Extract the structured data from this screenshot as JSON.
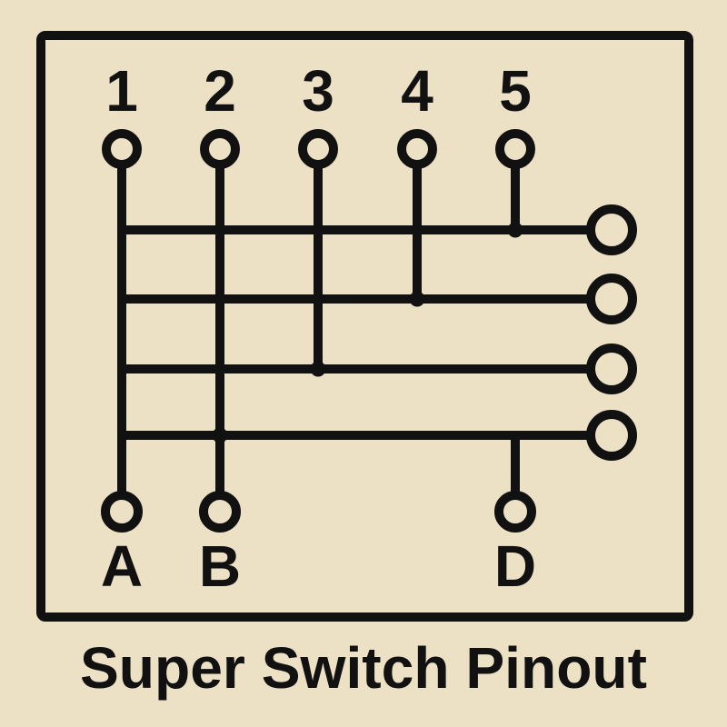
{
  "title": "Super Switch Pinout",
  "colors": {
    "background": "#EDE1C5",
    "ink": "#111111"
  },
  "diagram": {
    "top_pins": [
      {
        "label": "1"
      },
      {
        "label": "2"
      },
      {
        "label": "3"
      },
      {
        "label": "4"
      },
      {
        "label": "5"
      }
    ],
    "bottom_terminals": [
      {
        "label": "A"
      },
      {
        "label": "B"
      },
      {
        "label": "D"
      }
    ],
    "right_terminal_count": 4,
    "wiring": {
      "rows": [
        {
          "row": 1,
          "junction_dot_at_top_pin": "5"
        },
        {
          "row": 2,
          "junction_dot_at_top_pin": "4"
        },
        {
          "row": 3,
          "junction_dot_at_top_pin": "3"
        },
        {
          "row": 4,
          "junction_dot_at_top_pin": "2",
          "drop_to_bottom_terminal": "D"
        }
      ],
      "vertical_runs": [
        {
          "from_top_pin": "1",
          "to_bottom_terminal": "A"
        },
        {
          "from_top_pin": "2",
          "to_bottom_terminal": "B"
        }
      ]
    }
  }
}
